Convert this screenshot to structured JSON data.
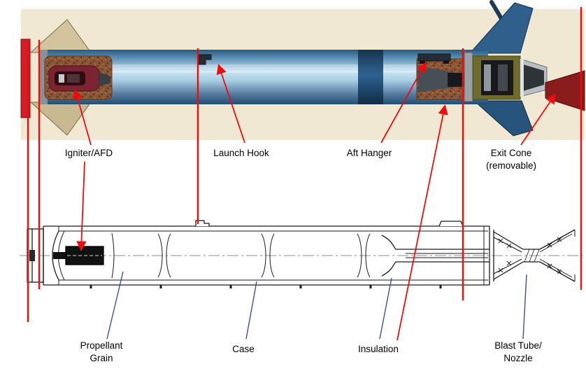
{
  "labels": {
    "igniter": "Igniter/AFD",
    "launch_hook": "Launch Hook",
    "aft_hanger": "Aft Hanger",
    "exit_cone": {
      "line1": "Exit Cone",
      "line2": "(removable)"
    },
    "propellant_grain": {
      "line1": "Propellant",
      "line2": "Grain"
    },
    "case": "Case",
    "insulation": "Insulation",
    "blast_tube": {
      "line1": "Blast Tube/",
      "line2": "Nozzle"
    }
  },
  "colors": {
    "annotation_red": "#ef0c0c",
    "callout_blue": "#3a4fa0",
    "illustration_bg": "#f1e8d3",
    "line_ink": "#1a1a1a",
    "body_blue": "#5f93b6",
    "propellant_brown": "#8a5636",
    "nozzle_olive": "#6e6b2c",
    "exit_cone_red": "#8a1c1c"
  }
}
